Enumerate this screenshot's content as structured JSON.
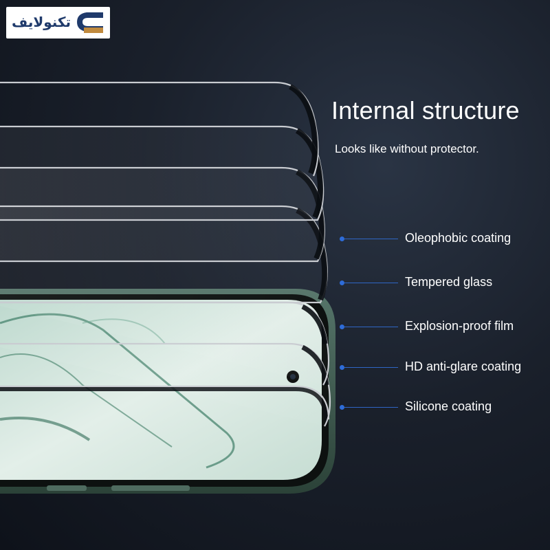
{
  "logo": {
    "text": "تکنولایف"
  },
  "heading": {
    "title": "Internal structure",
    "subtitle": "Looks like without protector."
  },
  "layers": [
    {
      "label": "Oleophobic coating"
    },
    {
      "label": "Tempered glass"
    },
    {
      "label": "Explosion-proof film"
    },
    {
      "label": "HD anti-glare coating"
    },
    {
      "label": "Silicone coating"
    }
  ],
  "colors": {
    "background": "#1a202b",
    "accent_line": "#2f66c6",
    "text": "#ffffff",
    "screen_green": "#cfe6de",
    "phone_frame": "#3c5a4d"
  }
}
